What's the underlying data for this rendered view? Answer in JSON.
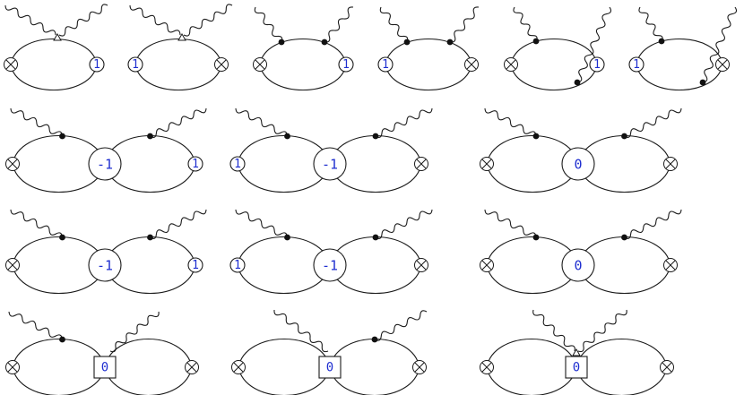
{
  "colors": {
    "line": "#1a1a1a",
    "label": "#1f2fd0",
    "blob_white": "#ffffff",
    "blob_grey": "#cfcfcf"
  },
  "icons": {
    "cross_vertex": "circle-times-icon",
    "vertex_dot": "filled-dot-icon",
    "photon": "wavy-line-icon",
    "two_point_vertex": "triangle-wedge-icon"
  },
  "row1": [
    {
      "left": "cross",
      "right": "1",
      "photons": "top-merge"
    },
    {
      "left": "1",
      "right": "cross",
      "photons": "top-merge"
    },
    {
      "left": "cross",
      "right": "1",
      "photons": "top-two-dots"
    },
    {
      "left": "1",
      "right": "cross",
      "photons": "top-two-dots"
    },
    {
      "left": "cross",
      "right": "1",
      "photons": "top-and-bottom"
    },
    {
      "left": "1",
      "right": "cross",
      "photons": "top-and-bottom"
    }
  ],
  "row2": [
    {
      "left": "cross",
      "center": "-1",
      "right": "1",
      "blob": "white"
    },
    {
      "left": "1",
      "center": "-1",
      "right": "cross",
      "blob": "white"
    },
    {
      "left": "cross",
      "center": "0",
      "right": "cross",
      "blob": "white"
    }
  ],
  "row3": [
    {
      "left": "cross",
      "center": "-1",
      "right": "1",
      "blob": "grey"
    },
    {
      "left": "1",
      "center": "-1",
      "right": "cross",
      "blob": "grey"
    },
    {
      "left": "cross",
      "center": "0",
      "right": "cross",
      "blob": "grey"
    }
  ],
  "row4": [
    {
      "left": "cross",
      "center": "0",
      "right": "cross",
      "photons": "left-dot-right-box"
    },
    {
      "left": "cross",
      "center": "0",
      "right": "cross",
      "photons": "left-box-right-dot"
    },
    {
      "left": "cross",
      "center": "0",
      "right": "cross",
      "photons": "both-box"
    }
  ]
}
